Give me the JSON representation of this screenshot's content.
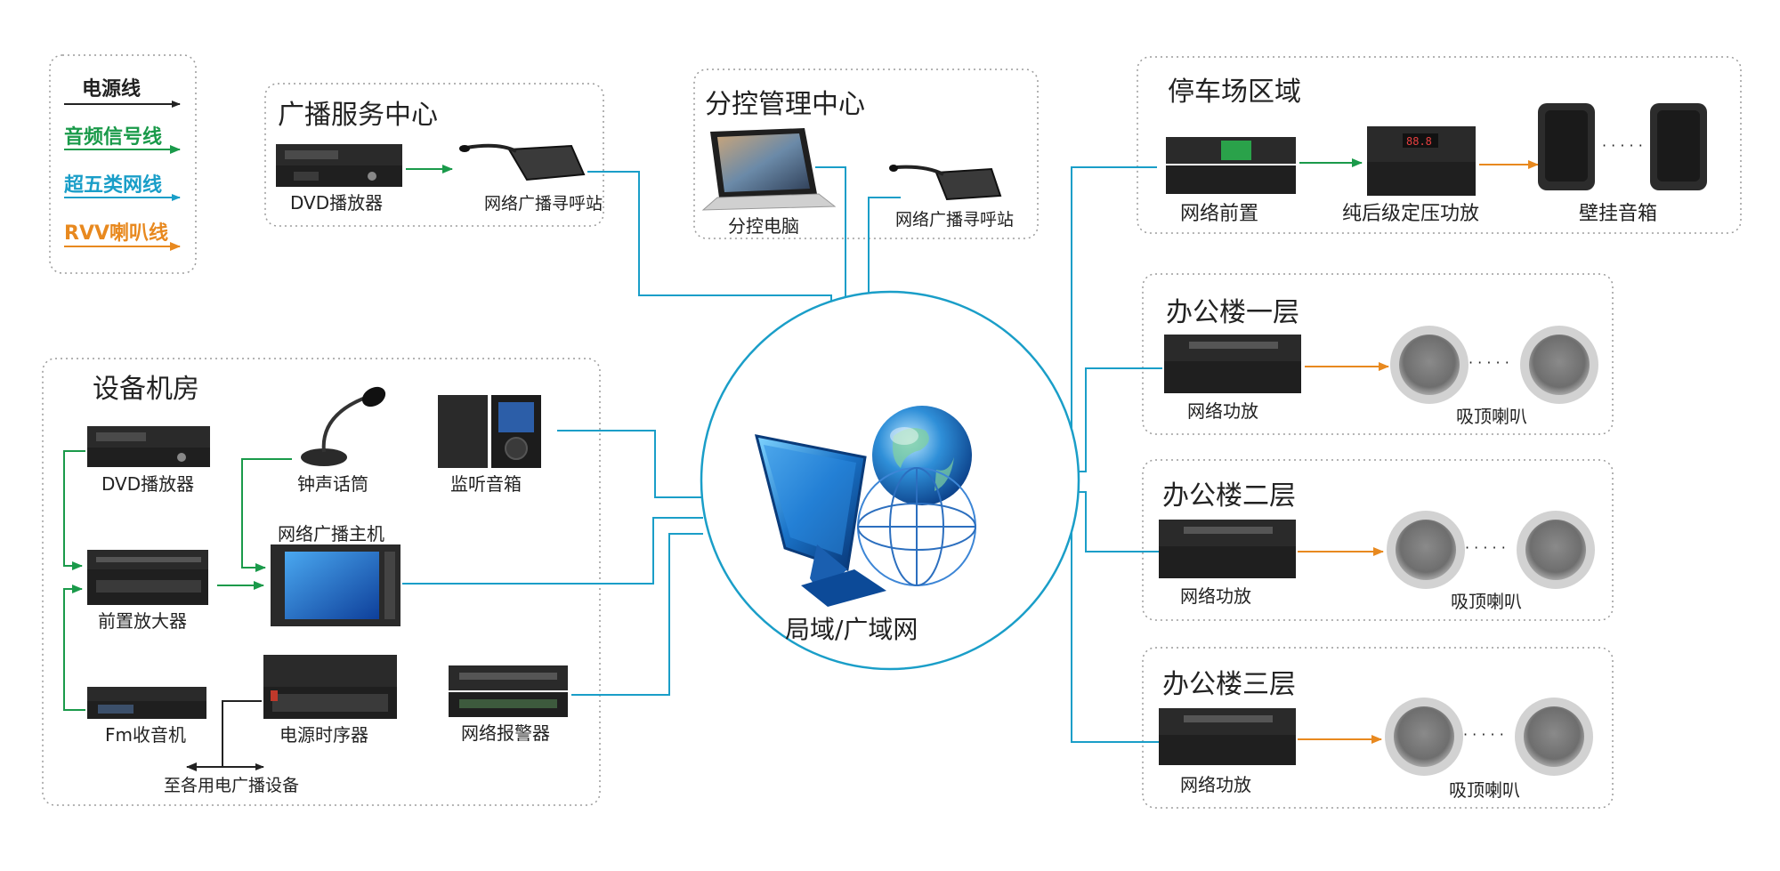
{
  "colors": {
    "power": "#222222",
    "audio": "#1a9a4a",
    "network": "#1a9ec8",
    "speaker": "#e8891f",
    "border": "#9a9a9a"
  },
  "legend": {
    "power_line": "电源线",
    "audio_line": "音频信号线",
    "network_line": "超五类网线",
    "speaker_line": "RVV喇叭线"
  },
  "broadcast_center": {
    "title": "广播服务中心",
    "dvd": "DVD播放器",
    "paging": "网络广播寻呼站"
  },
  "sub_control": {
    "title": "分控管理中心",
    "pc": "分控电脑",
    "paging": "网络广播寻呼站"
  },
  "machine_room": {
    "title": "设备机房",
    "dvd": "DVD播放器",
    "chime_mic": "钟声话筒",
    "monitor_speaker": "监听音箱",
    "host_title": "网络广播主机",
    "preamp": "前置放大器",
    "fm": "Fm收音机",
    "sequencer": "电源时序器",
    "alarm": "网络报警器",
    "to_backup": "至各用电广播设备"
  },
  "network_center": {
    "label": "局域/广域网"
  },
  "parking": {
    "title": "停车场区域",
    "front": "网络前置",
    "amp": "纯后级定压功放",
    "speaker": "壁挂音箱"
  },
  "floors": [
    {
      "title": "办公楼一层",
      "amp": "网络功放",
      "speaker": "吸顶喇叭"
    },
    {
      "title": "办公楼二层",
      "amp": "网络功放",
      "speaker": "吸顶喇叭"
    },
    {
      "title": "办公楼三层",
      "amp": "网络功放",
      "speaker": "吸顶喇叭"
    }
  ],
  "dots": "· · · · ·"
}
